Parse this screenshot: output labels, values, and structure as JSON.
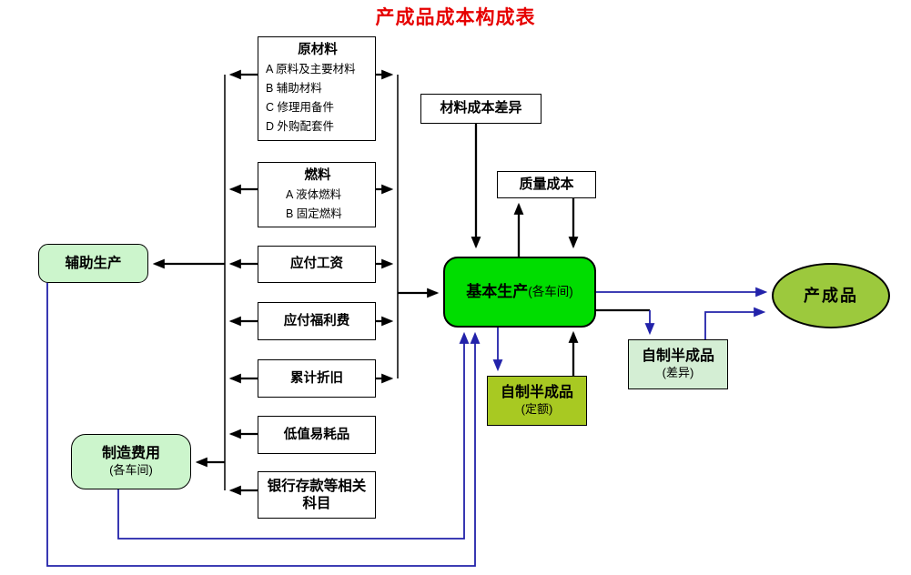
{
  "title": "产成品成本构成表",
  "colors": {
    "title_red": "#e60000",
    "bright_green": "#00dd00",
    "pale_green_rounded": "#ccf5cc",
    "pale_green_square": "#d4eed4",
    "quota_yellow_green": "#a8c922",
    "ellipse_yellow_green": "#9cc93d",
    "line_black": "#000000",
    "line_blue": "#2222aa"
  },
  "diagram": {
    "left_column": [
      {
        "title": "原材料",
        "items": [
          "A 原料及主要材料",
          "B 辅助材料",
          "C 修理用备件",
          "D 外购配套件"
        ]
      },
      {
        "title": "燃料",
        "items": [
          "A 液体燃料",
          "B 固定燃料"
        ]
      },
      {
        "title": "应付工资",
        "items": []
      },
      {
        "title": "应付福利费",
        "items": []
      },
      {
        "title": "累计折旧",
        "items": []
      },
      {
        "title": "低值易耗品",
        "items": []
      },
      {
        "title_line1": "银行存款等相关",
        "title_line2": "科目",
        "items": []
      }
    ],
    "aux_production": {
      "title": "辅助生产"
    },
    "manufacturing_overhead": {
      "title": "制造费用",
      "subtitle": "(各车间)"
    },
    "basic_production": {
      "title": "基本生产",
      "subtitle": "(各车间)"
    },
    "material_cost_variance": {
      "title": "材料成本差异"
    },
    "quality_cost": {
      "title": "质量成本"
    },
    "semi_finished_quota": {
      "title": "自制半成品",
      "subtitle": "(定额)"
    },
    "semi_finished_variance": {
      "title": "自制半成品",
      "subtitle": "(差异)"
    },
    "finished_product": {
      "title": "产成品"
    }
  }
}
